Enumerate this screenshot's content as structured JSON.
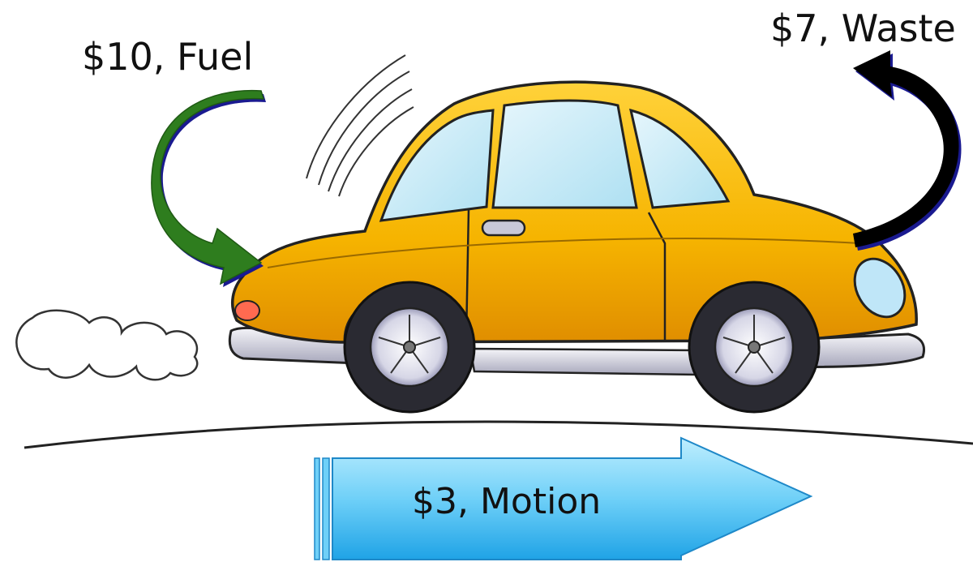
{
  "labels": {
    "fuel": "$10, Fuel",
    "waste": "$7, Waste",
    "motion": "$3, Motion"
  },
  "colors": {
    "car_body": "#f5b800",
    "fuel_arrow": "#2e7d1e",
    "waste_arrow": "#000000",
    "motion_arrow": "#4fc3f7",
    "outline": "#222222"
  },
  "icons": {
    "car": "car-icon",
    "exhaust": "exhaust-cloud-icon",
    "fuel_arrow": "curved-arrow-in-icon",
    "waste_arrow": "curved-arrow-out-icon",
    "motion_arrow": "right-arrow-icon"
  }
}
